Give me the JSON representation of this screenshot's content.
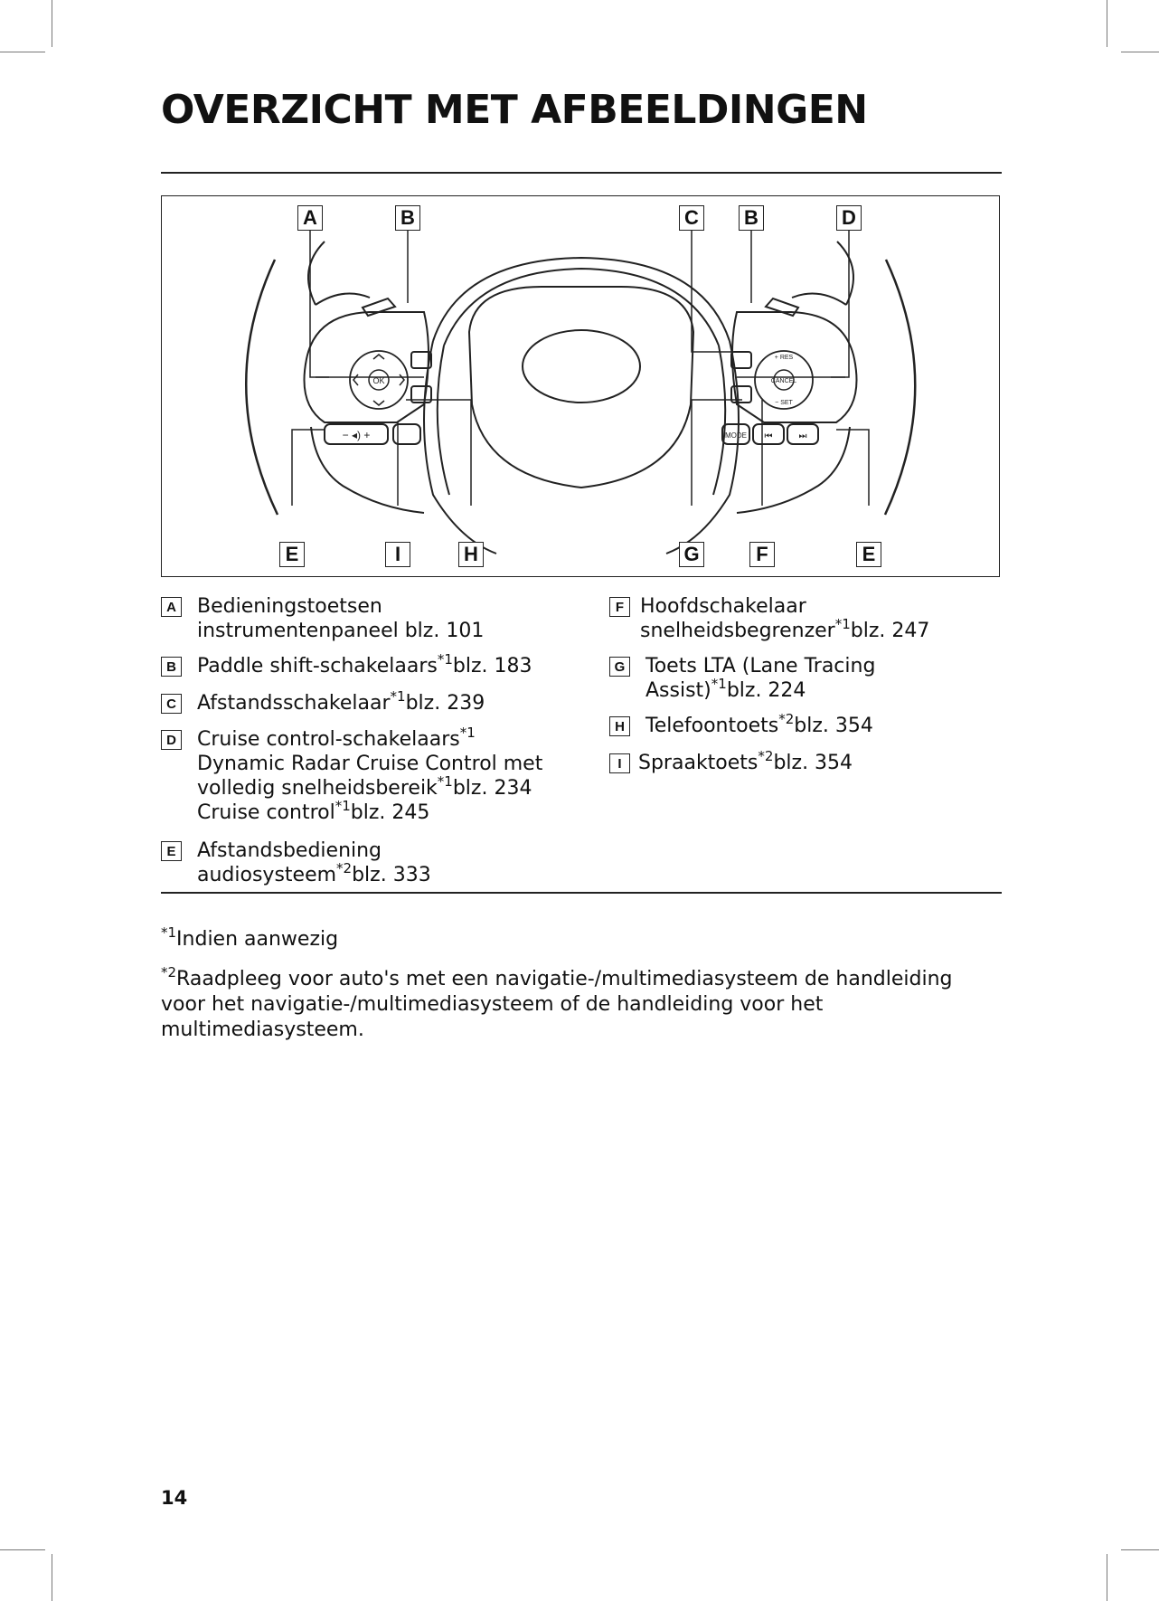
{
  "page": {
    "title": "OVERZICHT MET AFBEELDINGEN",
    "page_number": "14"
  },
  "diagram": {
    "top_labels": [
      "A",
      "B",
      "C",
      "B",
      "D"
    ],
    "bottom_labels": [
      "E",
      "I",
      "H",
      "G",
      "F",
      "E"
    ],
    "left_pad_button": "OK",
    "right_pad_res": "+ RES",
    "right_pad_cancel": "CANCEL",
    "right_pad_set": "− SET",
    "left_volume": "− ◂) +",
    "right_mode": "MODE",
    "right_prev": "⏮",
    "right_next": "⏭"
  },
  "legend": {
    "left": [
      {
        "key": "A",
        "lines": [
          {
            "text": "Bedieningstoetsen"
          },
          {
            "text": "instrumentenpaneel blz. 101"
          }
        ]
      },
      {
        "key": "B",
        "lines": [
          {
            "text": "Paddle shift-schakelaars",
            "sup": "*1",
            "after": "blz. 183"
          }
        ]
      },
      {
        "key": "C",
        "lines": [
          {
            "text": "Afstandsschakelaar",
            "sup": "*1",
            "after": "blz. 239"
          }
        ]
      },
      {
        "key": "D",
        "lines": [
          {
            "text": "Cruise control-schakelaars",
            "sup": "*1",
            "after": ""
          },
          {
            "text": "Dynamic Radar Cruise Control met"
          },
          {
            "text": "volledig snelheidsbereik",
            "sup": "*1",
            "after": "blz. 234"
          },
          {
            "text": "Cruise control",
            "sup": "*1",
            "after": "blz. 245"
          }
        ]
      },
      {
        "key": "E",
        "lines": [
          {
            "text": "Afstandsbediening"
          },
          {
            "text": "audiosysteem",
            "sup": "*2",
            "after": "blz. 333"
          }
        ]
      }
    ],
    "right": [
      {
        "key": "F",
        "lines": [
          {
            "text": "Hoofdschakelaar"
          },
          {
            "text": "snelheidsbegrenzer",
            "sup": "*1",
            "after": "blz. 247"
          }
        ]
      },
      {
        "key": "G",
        "lines": [
          {
            "text": "Toets LTA (Lane Tracing"
          },
          {
            "text": "Assist)",
            "sup": "*1",
            "after": "blz. 224"
          }
        ]
      },
      {
        "key": "H",
        "lines": [
          {
            "text": "Telefoontoets",
            "sup": "*2",
            "after": "blz. 354"
          }
        ]
      },
      {
        "key": "I",
        "lines": [
          {
            "text": "Spraaktoets",
            "sup": "*2",
            "after": "blz. 354"
          }
        ]
      }
    ]
  },
  "footnotes": {
    "n1_mark": "*1",
    "n1_text": "Indien aanwezig",
    "n2_mark": "*2",
    "n2_text": "Raadpleeg voor auto's met een navigatie-/multimediasysteem de handleiding voor het navigatie-/multimediasysteem of de handleiding voor het multimediasysteem."
  }
}
